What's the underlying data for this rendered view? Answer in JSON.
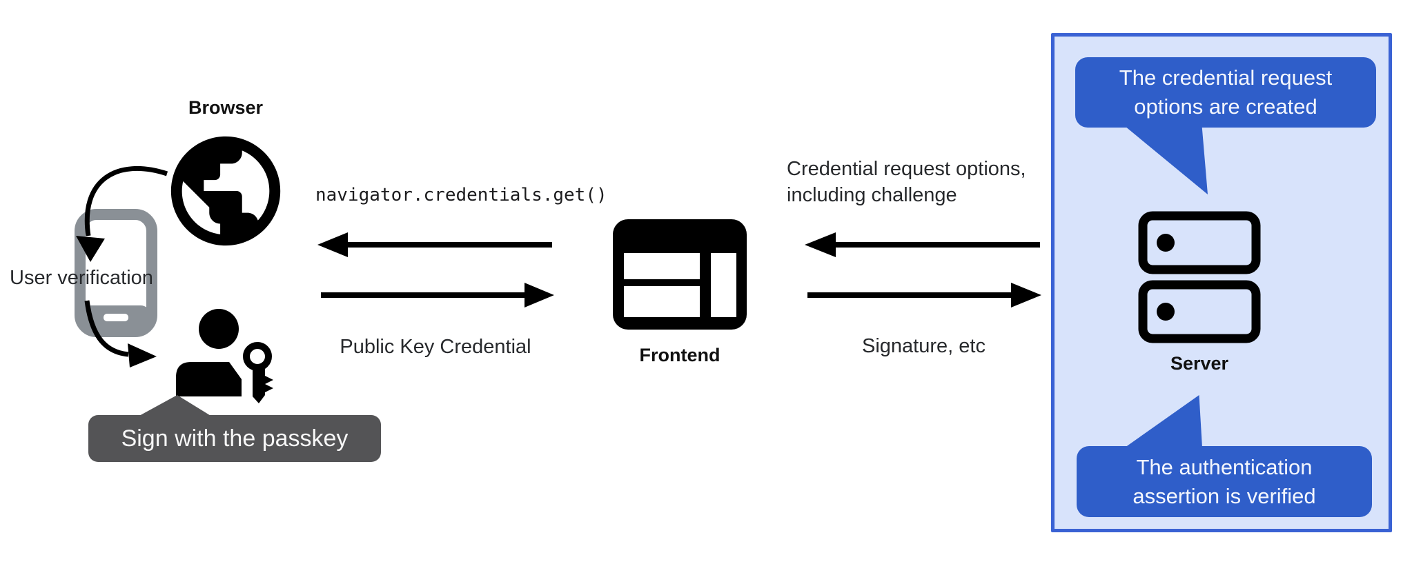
{
  "title": "Passkey sign-in (WebAuthn) authentication flow",
  "colors": {
    "callout_blue": "#2f5ec9",
    "panel_border_blue": "#3a62d4",
    "panel_background": "#d8e3fb",
    "badge_gray": "#545456",
    "phone_gray": "#8a9096",
    "ink_black": "#000000",
    "text_dark": "#1f1f1f"
  },
  "left_group": {
    "browser_label": "Browser",
    "user_verification_label": "User verification",
    "passkey_badge_text": "Sign with the passkey"
  },
  "channel_browser_frontend": {
    "request_caption": "navigator.credentials.get()",
    "response_caption": "Public Key Credential"
  },
  "frontend_group": {
    "label": "Frontend"
  },
  "channel_frontend_server": {
    "request_caption_line1": "Credential request options,",
    "request_caption_line2": "including challenge",
    "response_caption": "Signature, etc"
  },
  "server_group": {
    "label": "Server",
    "top_callout": {
      "line1": "The credential request",
      "line2": "options are created"
    },
    "bottom_callout": {
      "line1": "The authentication",
      "line2": "assertion is verified"
    }
  },
  "icons": {
    "globe": "black globe with continents (browser)",
    "smartphone": "gray smartphone outline with home bar",
    "person": "black person silhouette",
    "key": "key with round bow and toothed stem",
    "browser_window": "black window with content panes (frontend)",
    "server_rack": "two stacked server units with indicator dots",
    "left_arrow": "long black arrow pointing left",
    "right_arrow": "long black arrow pointing right",
    "curved_arrow": "curved black arrow"
  }
}
